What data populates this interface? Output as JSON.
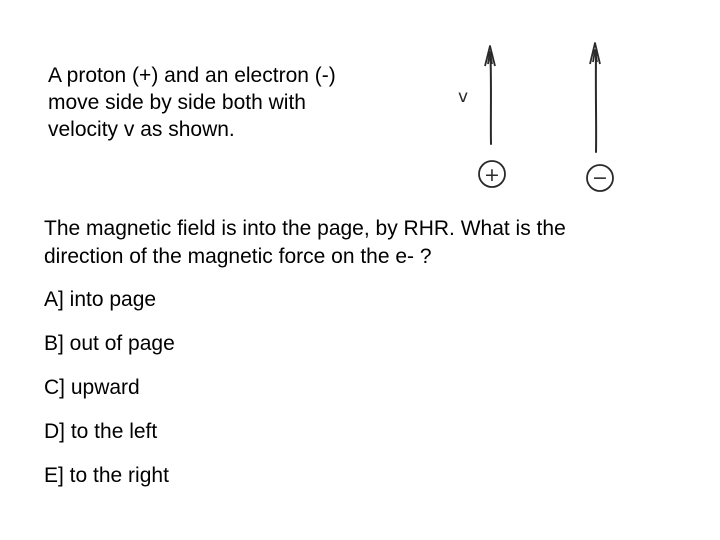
{
  "slide": {
    "intro_line1": "A proton (+) and an electron (-)",
    "intro_line2": "move side by side both with",
    "intro_line3": "velocity v as shown.",
    "question_line1": "The magnetic field is into the page, by RHR. What is the",
    "question_line2": "direction of the magnetic force on the e- ?",
    "choices": [
      "A] into page",
      "B] out of page",
      "C] upward",
      "D] to the left",
      "E] to the right"
    ]
  },
  "sketch": {
    "velocity_label": "v",
    "proton_symbol": "+",
    "electron_symbol": "−",
    "ink_color": "#2a2a2a"
  }
}
